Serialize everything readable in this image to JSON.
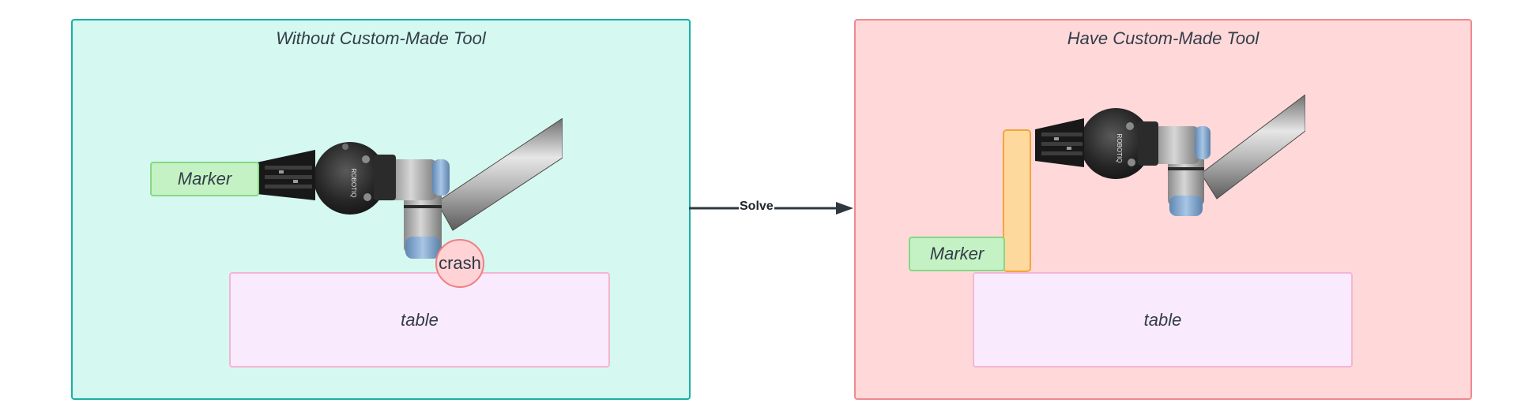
{
  "left_panel": {
    "title": "Without Custom-Made Tool",
    "marker_label": "Marker",
    "crash_label": "crash",
    "table_label": "table",
    "robot_brand": "ROBOTIQ"
  },
  "right_panel": {
    "title": "Have Custom-Made Tool",
    "marker_label": "Marker",
    "table_label": "table",
    "robot_brand": "ROBOTIQ"
  },
  "connector": {
    "label": "Solve"
  },
  "colors": {
    "left_panel_fill": "#d5f8f0",
    "left_panel_border": "#19b1a6",
    "right_panel_fill": "#ffd8da",
    "right_panel_border": "#ef8a8f",
    "table_fill": "#faeafd",
    "marker_fill": "#c4f2c4",
    "tool_fill": "#fed99e",
    "crash_fill": "#ffd3d5"
  },
  "icons": {
    "robot": "robot-arm-icon",
    "arrow": "arrow-right-icon"
  }
}
